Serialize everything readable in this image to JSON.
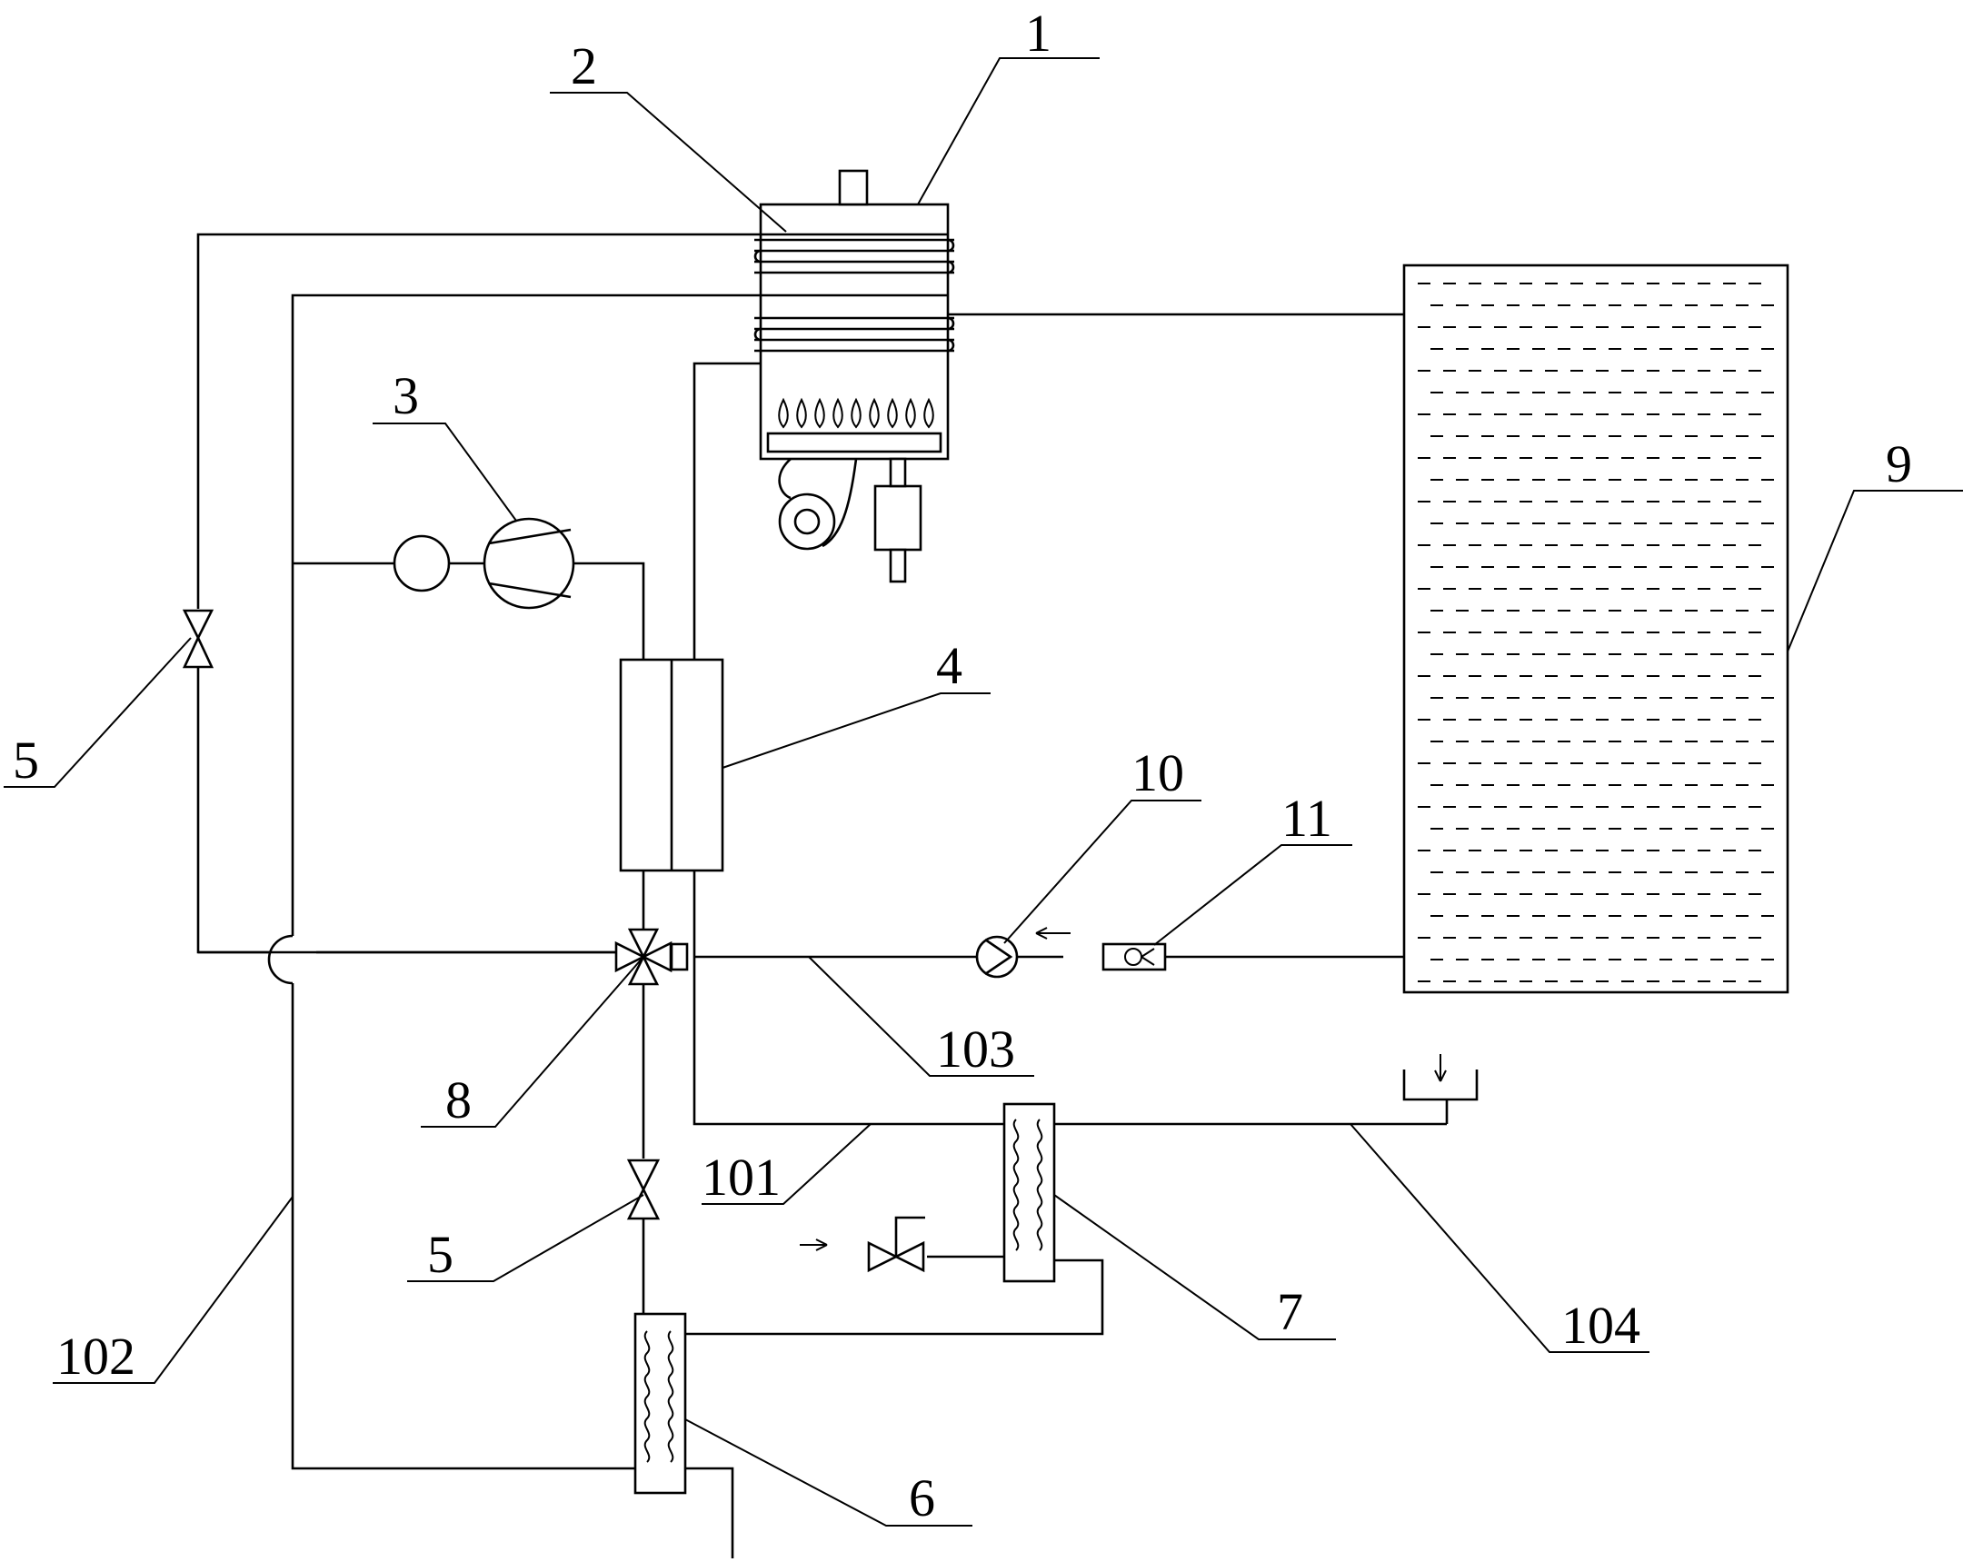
{
  "labels": {
    "gas_heater": "1",
    "heat_exchange_coil": "2",
    "compressor": "3",
    "plate_heat_exchanger": "4",
    "shutoff_valve_upper": "5",
    "shutoff_valve_lower": "5",
    "heat_exchanger_lower": "6",
    "heat_exchanger_upper": "7",
    "three_way_valve": "8",
    "water_tank": "9",
    "water_pump": "10",
    "check_valve": "11",
    "pipe_101": "101",
    "pipe_102": "102",
    "pipe_103": "103",
    "pipe_104": "104"
  },
  "icons": {
    "burner": "flame-row-icon",
    "fan": "fan-icon",
    "gas_valve": "gas-valve-icon",
    "drain": "drain-funnel-icon",
    "flow_arrow": "arrow-icon"
  }
}
